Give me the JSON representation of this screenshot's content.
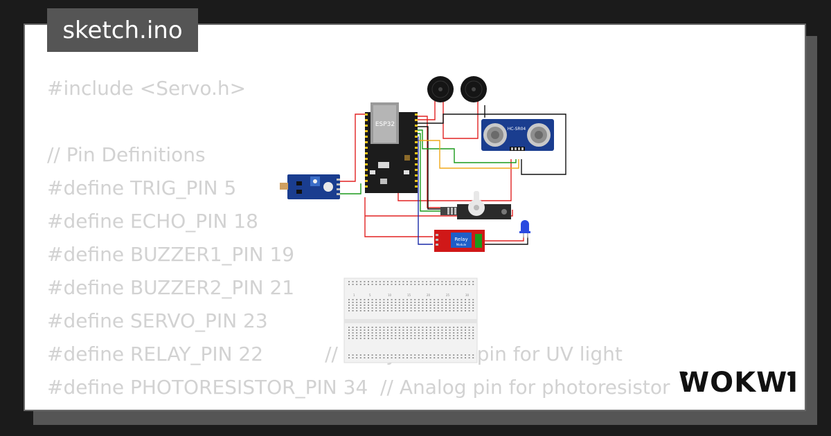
{
  "file_tab": {
    "label": "sketch.ino"
  },
  "code": {
    "lines": [
      "#include <Servo.h>",
      "",
      "// Pin Definitions",
      "#define TRIG_PIN 5",
      "#define ECHO_PIN 18",
      "#define BUZZER1_PIN 19",
      "#define BUZZER2_PIN 21",
      "#define SERVO_PIN 23",
      "#define RELAY_PIN 22          // Relay control pin for UV light",
      "#define PHOTORESISTOR_PIN 34  // Analog pin for photoresistor"
    ]
  },
  "circuit": {
    "esp32_label": "ESP32",
    "ultrasonic_label": "HC-SR04",
    "relay_label": "Relay",
    "relay_sublabel": "Module",
    "breadboard_numbers": [
      "1",
      "5",
      "10",
      "15",
      "20",
      "25",
      "30"
    ]
  },
  "brand": {
    "logo_text": "WOKWI"
  },
  "colors": {
    "background": "#1b1b1b",
    "card": "#ffffff",
    "tab": "#555555",
    "code_text": "#d2d2d2",
    "esp32_board": "#1c1c1c",
    "sensor_blue": "#1a3d8f",
    "relay_red": "#d01818"
  }
}
